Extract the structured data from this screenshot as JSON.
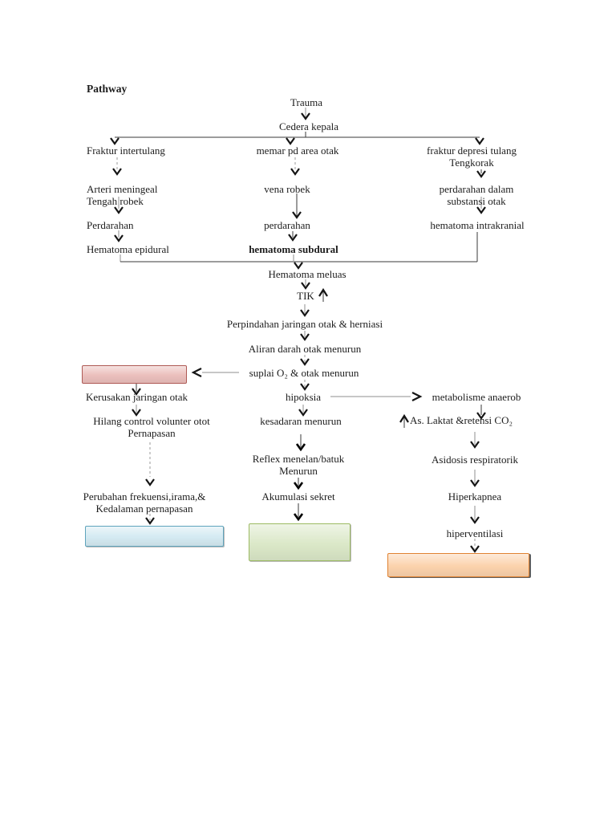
{
  "title": "Pathway",
  "nodes": {
    "trauma": "Trauma",
    "cedera_kepala": "Cedera kepala",
    "fraktur_intertulang": "Fraktur intertulang",
    "memar_pd_area_otak": "memar pd area otak",
    "fraktur_depresi_tulang": "fraktur depresi tulang\nTengkorak",
    "arteri_meningeal": "Arteri meningeal\nTengah robek",
    "vena_robek": "vena robek",
    "perdarahan_dalam": "perdarahan dalam\nsubstansi otak",
    "perdarahan_kiri": "Perdarahan",
    "perdarahan_tengah": "perdarahan",
    "hematoma_intrakranial": "hematoma intrakranial",
    "hematoma_epidural": "Hematoma epidural",
    "hematoma_subdural": "hematoma subdural",
    "hematoma_meluas": "Hematoma meluas",
    "tik": "TIK",
    "perpindahan": "Perpindahan jaringan otak & herniasi",
    "aliran_darah": "Aliran darah otak menurun",
    "suplai_o2": "suplai O₂ & otak menurun",
    "kerusakan_jaringan": "Kerusakan jaringan otak",
    "hilang_kontrol": "Hilang control volunter otot\nPernapasan",
    "hipoksia": "hipoksia",
    "metabolisme_anaerob": "metabolisme anaerob",
    "as_laktat": "As. Laktat &retensi CO₂",
    "kesadaran_menurun": "kesadaran menurun",
    "reflex_menelan": "Reflex menelan/batuk\nMenurun",
    "akumulasi_sekret": "Akumulasi sekret",
    "asidosis_respiratorik": "Asidosis respiratorik",
    "hiperkapnea": "Hiperkapnea",
    "hiperventilasi": "hiperventilasi",
    "perubahan_frekuensi": "Perubahan frekuensi,irama,&\nKedalaman pernapasan"
  },
  "colors": {
    "red_box_fill": "#EBBFBC",
    "red_box_border": "#AE5A55",
    "blue_box_fill": "#D4EAF2",
    "blue_box_border": "#5FA4BC",
    "green_box_fill": "#DBE8C8",
    "green_box_border": "#9CBA63",
    "orange_box_fill": "#FBD2AC",
    "orange_box_border": "#E08232"
  }
}
